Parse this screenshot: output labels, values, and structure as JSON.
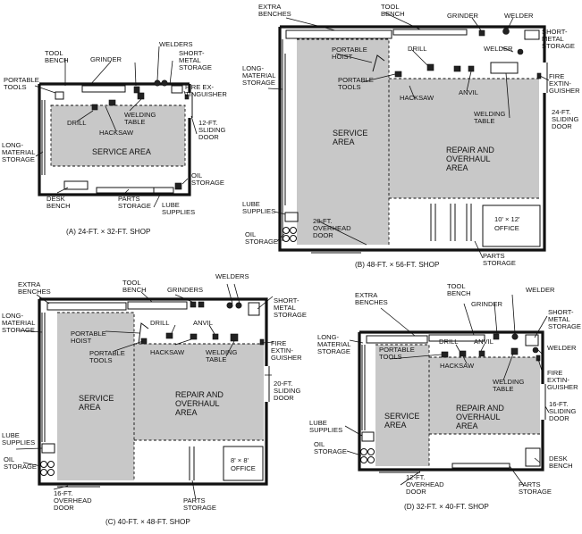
{
  "colors": {
    "shade": "#c8c8c8",
    "ink": "#111111",
    "paper": "#ffffff"
  },
  "plans": [
    {
      "id": "a",
      "caption": "(A) 24-FT. × 32-FT. SHOP",
      "labels": [
        [
          "TOOL",
          "BENCH"
        ],
        [
          "GRINDER"
        ],
        [
          "WELDERS"
        ],
        [
          "SHORT-",
          "METAL",
          "STORAGE"
        ],
        [
          "PORTABLE",
          "TOOLS"
        ],
        [
          "FIRE EX-",
          "TINGUISHER"
        ],
        [
          "WELDING",
          "TABLE"
        ],
        [
          "DRILL"
        ],
        [
          "HACKSAW"
        ],
        [
          "12-FT.",
          "SLIDING",
          "DOOR"
        ],
        [
          "LONG-",
          "MATERIAL",
          "STORAGE"
        ],
        [
          "SERVICE AREA"
        ],
        [
          "OIL",
          "STORAGE"
        ],
        [
          "DESK",
          "BENCH"
        ],
        [
          "PARTS",
          "STORAGE"
        ],
        [
          "LUBE",
          "SUPPLIES"
        ]
      ]
    },
    {
      "id": "b",
      "caption": "(B) 48-FT. × 56-FT. SHOP",
      "labels": [
        [
          "EXTRA",
          "BENCHES"
        ],
        [
          "TOOL",
          "BENCH"
        ],
        [
          "GRINDER"
        ],
        [
          "WELDER"
        ],
        [
          "SHORT-",
          "METAL",
          "STORAGE"
        ],
        [
          "PORTABLE",
          "HOIST"
        ],
        [
          "DRILL"
        ],
        [
          "WELDER"
        ],
        [
          "PORTABLE",
          "TOOLS"
        ],
        [
          "FIRE",
          "EXTIN-",
          "GUISHER"
        ],
        [
          "LONG-",
          "MATERIAL",
          "STORAGE"
        ],
        [
          "HACKSAW"
        ],
        [
          "ANVIL"
        ],
        [
          "WELDING",
          "TABLE"
        ],
        [
          "24-FT.",
          "SLIDING",
          "DOOR"
        ],
        [
          "SERVICE",
          "AREA"
        ],
        [
          "REPAIR AND",
          "OVERHAUL",
          "AREA"
        ],
        [
          "LUBE",
          "SUPPLIES"
        ],
        [
          "20-FT.",
          "OVERHEAD",
          "DOOR"
        ],
        [
          "10' × 12'",
          "OFFICE"
        ],
        [
          "OIL",
          "STORAGE"
        ],
        [
          "PARTS",
          "STORAGE"
        ]
      ]
    },
    {
      "id": "c",
      "caption": "(C) 40-FT. × 48-FT. SHOP",
      "labels": [
        [
          "WELDERS"
        ],
        [
          "EXTRA",
          "BENCHES"
        ],
        [
          "TOOL",
          "BENCH"
        ],
        [
          "GRINDERS"
        ],
        [
          "SHORT-",
          "METAL",
          "STORAGE"
        ],
        [
          "LONG-",
          "MATERIAL",
          "STORAGE"
        ],
        [
          "DRILL"
        ],
        [
          "ANVIL"
        ],
        [
          "PORTABLE",
          "HOIST"
        ],
        [
          "PORTABLE",
          "TOOLS"
        ],
        [
          "FIRE",
          "EXTIN-",
          "GUISHER"
        ],
        [
          "HACKSAW"
        ],
        [
          "WELDING",
          "TABLE"
        ],
        [
          "20-FT.",
          "SLIDING",
          "DOOR"
        ],
        [
          "SERVICE",
          "AREA"
        ],
        [
          "REPAIR AND",
          "OVERHAUL",
          "AREA"
        ],
        [
          "LUBE",
          "SUPPLIES"
        ],
        [
          "OIL",
          "STORAGE"
        ],
        [
          "8' × 8'",
          "OFFICE"
        ],
        [
          "16-FT.",
          "OVERHEAD",
          "DOOR"
        ],
        [
          "PARTS",
          "STORAGE"
        ]
      ]
    },
    {
      "id": "d",
      "caption": "(D) 32-FT. × 40-FT. SHOP",
      "labels": [
        [
          "TOOL",
          "BENCH"
        ],
        [
          "EXTRA",
          "BENCHES"
        ],
        [
          "GRINDER"
        ],
        [
          "WELDER"
        ],
        [
          "SHORT-",
          "METAL",
          "STORAGE"
        ],
        [
          "LONG-",
          "MATERIAL",
          "STORAGE"
        ],
        [
          "DRILL"
        ],
        [
          "ANVIL"
        ],
        [
          "PORTABLE",
          "TOOLS"
        ],
        [
          "WELDER"
        ],
        [
          "HACKSAW"
        ],
        [
          "FIRE",
          "EXTIN-",
          "GUISHER"
        ],
        [
          "WELDING",
          "TABLE"
        ],
        [
          "16-FT.",
          "SLIDING",
          "DOOR"
        ],
        [
          "SERVICE",
          "AREA"
        ],
        [
          "REPAIR AND",
          "OVERHAUL",
          "AREA"
        ],
        [
          "LUBE",
          "SUPPLIES"
        ],
        [
          "OIL",
          "STORAGE"
        ],
        [
          "DESK",
          "BENCH"
        ],
        [
          "12-FT.",
          "OVERHEAD",
          "DOOR"
        ],
        [
          "PARTS",
          "STORAGE"
        ]
      ]
    }
  ]
}
